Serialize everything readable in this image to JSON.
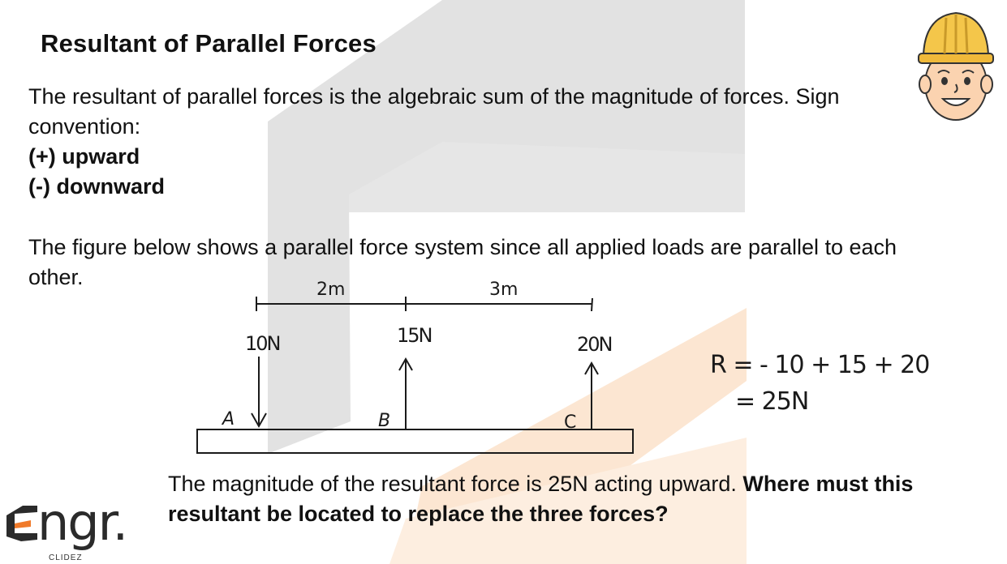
{
  "title": "Resultant of Parallel Forces",
  "intro_text": "The resultant of parallel forces is the algebraic sum of the magnitude of forces. Sign convention:",
  "convention": {
    "upward": "(+) upward",
    "downward": "(-) downward"
  },
  "figure_intro": "The figure below shows a parallel force system since all applied loads are parallel to each other.",
  "figure": {
    "distances": [
      "2m",
      "3m"
    ],
    "forces": [
      {
        "label": "10N",
        "point": "A",
        "direction": "down"
      },
      {
        "label": "15N",
        "point": "B",
        "direction": "up"
      },
      {
        "label": "20N",
        "point": "C",
        "direction": "up"
      }
    ]
  },
  "calculation": {
    "line1": "R = - 10 + 15 + 20",
    "line2": "= 25N"
  },
  "conclusion": {
    "normal": "The magnitude of the resultant force is 25N acting upward.",
    "bold": "Where must this resultant be located to replace the three forces?"
  },
  "logo": {
    "word": "ngr.",
    "sub": "CLIDEZ"
  },
  "colors": {
    "watermark_gray": "#e0e0e0",
    "watermark_orange": "#fbe3cd",
    "logo_orange": "#f07a2a",
    "text": "#111111"
  }
}
